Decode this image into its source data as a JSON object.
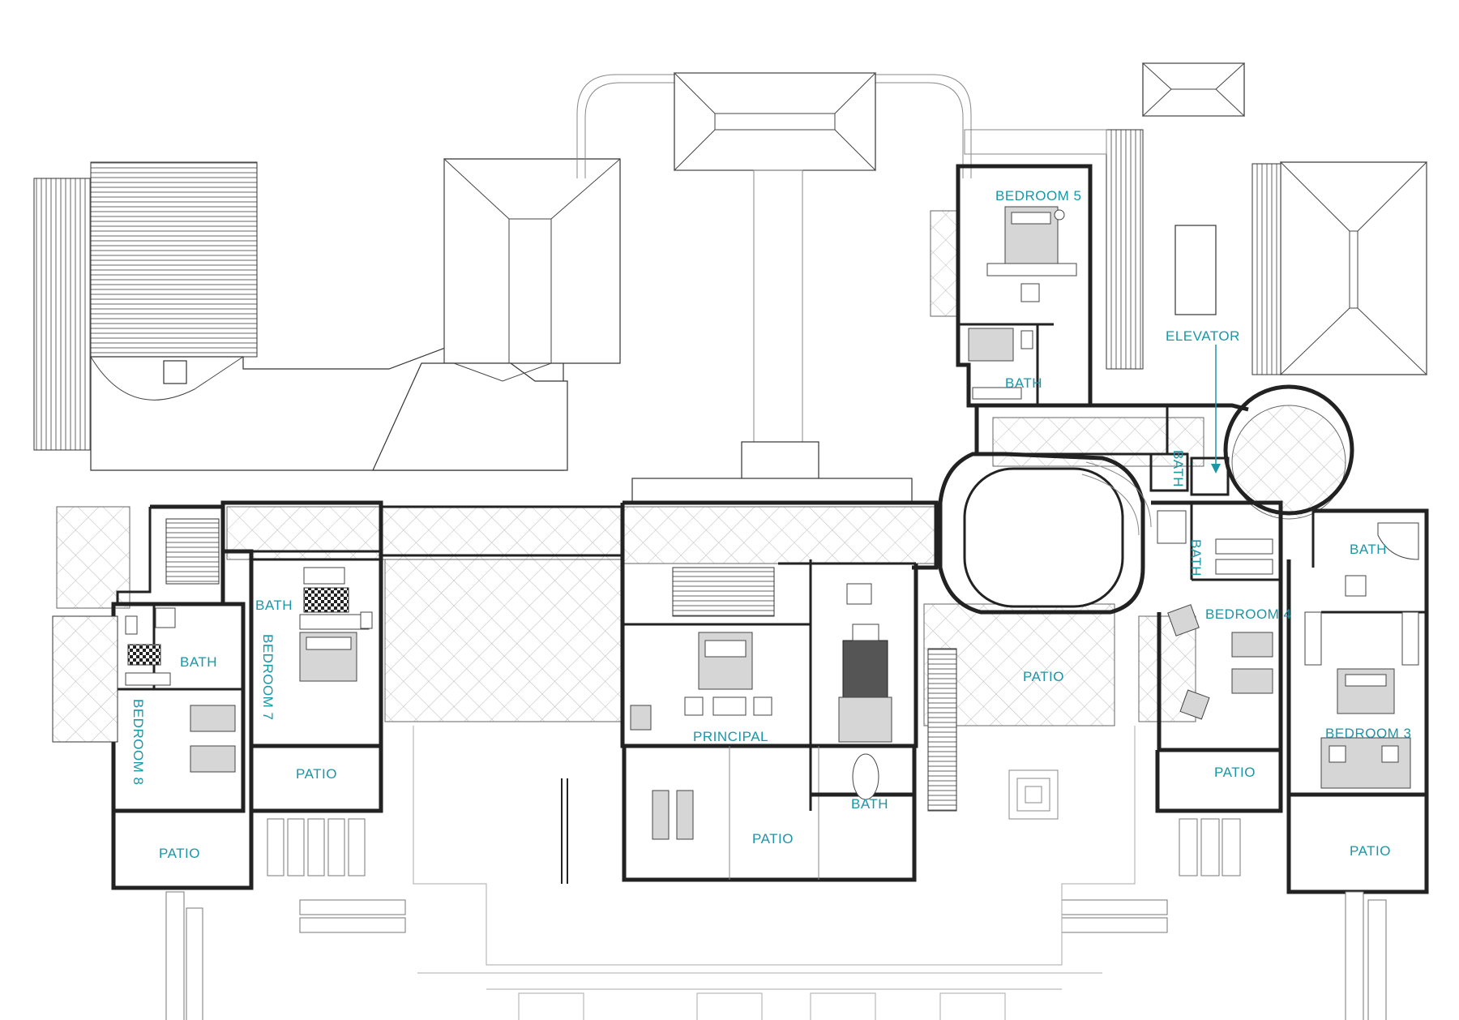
{
  "rooms": {
    "bedroom_5": "BEDROOM 5",
    "bath_bedroom_5": "BATH",
    "elevator": "ELEVATOR",
    "bath_elevator": "BATH",
    "bath_bedroom_4": "BATH",
    "bedroom_4": "BEDROOM 4",
    "bath_bedroom_3": "BATH",
    "bedroom_3": "BEDROOM 3",
    "patio_center_right": "PATIO",
    "patio_bedroom_4": "PATIO",
    "patio_bedroom_3": "PATIO",
    "principal": "PRINCIPAL",
    "bath_principal": "BATH",
    "patio_principal": "PATIO",
    "bath_bedroom_7": "BATH",
    "bedroom_7": "BEDROOM 7",
    "patio_bedroom_7": "PATIO",
    "bath_bedroom_8": "BATH",
    "bedroom_8": "BEDROOM 8",
    "patio_bedroom_8": "PATIO"
  },
  "colors": {
    "label": "#1a96a6",
    "wall": "#222222",
    "line": "#333333"
  }
}
